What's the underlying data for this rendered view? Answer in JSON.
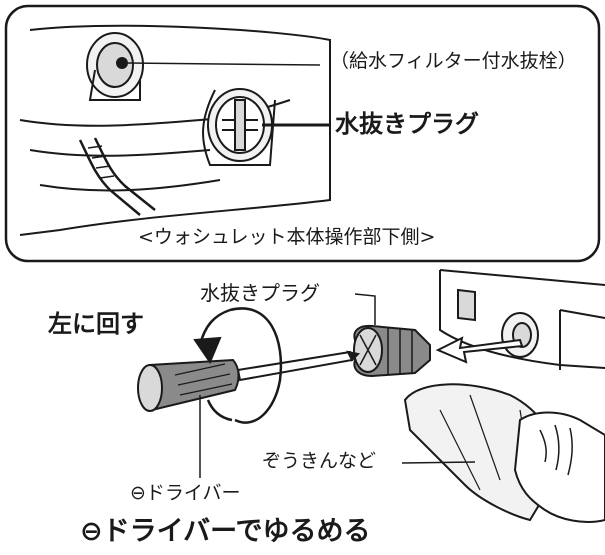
{
  "inset": {
    "label_valve": "（給水フィルター付水抜栓）",
    "label_plug": "水抜きプラグ",
    "caption": "<ウォシュレット本体操作部下側>"
  },
  "main": {
    "label_plug": "水抜きプラグ",
    "label_turn": "左に回す",
    "label_cloth": "ぞうきんなど",
    "label_driver": "⊖ドライバー",
    "instruction": "⊖ドライバーでゆるめる"
  },
  "colors": {
    "line": "#1a1a1a",
    "fill_light": "#f2f2f2",
    "fill_mid": "#d9d9d9",
    "fill_dark": "#8a8a8a",
    "bg": "#ffffff"
  }
}
